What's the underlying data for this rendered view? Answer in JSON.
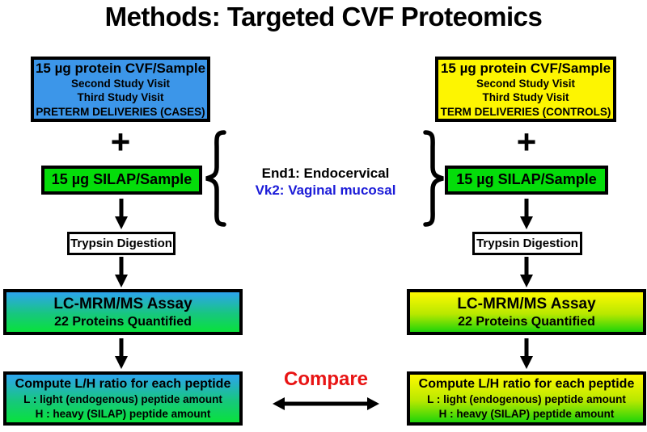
{
  "title": "Methods: Targeted CVF Proteomics",
  "colors": {
    "case_blue": "#3c96e9",
    "control_yellow": "#fdf501",
    "silap_green": "#04dd0a",
    "assay_gradient_blue_top": "#2da4ef",
    "assay_gradient_yellow_top": "#fef900",
    "assay_gradient_green_bottom": "#09e13c",
    "vk2_blue": "#1b1bd8",
    "compare_red": "#e81414",
    "box_border": "#000000"
  },
  "left_column": {
    "sample_box": {
      "line1": "15 µg protein CVF/Sample",
      "line2": "Second Study Visit",
      "line3": "Third Study Visit",
      "line4": "PRETERM DELIVERIES (CASES)"
    },
    "plus_sign": "+",
    "silap_box": "15 µg SILAP/Sample",
    "trypsin_box": "Trypsin Digestion",
    "assay_box": {
      "line1": "LC-MRM/MS Assay",
      "line2": "22 Proteins Quantified"
    },
    "compute_box": {
      "line1": "Compute L/H ratio for each peptide",
      "line2": "L : light (endogenous) peptide amount",
      "line3": "H : heavy (SILAP) peptide amount"
    }
  },
  "right_column": {
    "sample_box": {
      "line1": "15 µg protein CVF/Sample",
      "line2": "Second Study Visit",
      "line3": "Third Study Visit",
      "line4": "TERM DELIVERIES (CONTROLS)"
    },
    "plus_sign": "+",
    "silap_box": "15 µg SILAP/Sample",
    "trypsin_box": "Trypsin Digestion",
    "assay_box": {
      "line1": "LC-MRM/MS Assay",
      "line2": "22 Proteins Quantified"
    },
    "compute_box": {
      "line1": "Compute L/H ratio for each peptide",
      "line2": "L : light (endogenous) peptide amount",
      "line3": "H : heavy (SILAP) peptide amount"
    }
  },
  "center": {
    "legend_line1": "End1: Endocervical",
    "legend_line2": "Vk2: Vaginal mucosal",
    "compare_label": "Compare"
  }
}
